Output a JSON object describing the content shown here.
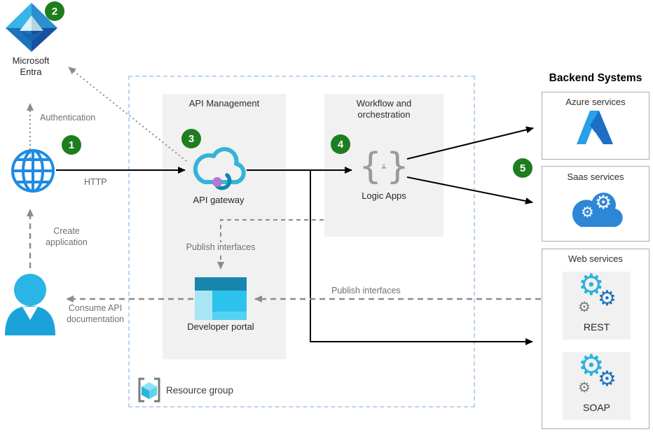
{
  "colors": {
    "step_badge_green": "#1e7e1e",
    "solid_arrow_black": "#000000",
    "dashed_arrow_gray": "#8c8c8c",
    "resource_group_border_blue": "#b9d4ee",
    "panel_gray": "#f1f1f1",
    "portal_cyan": "#2cc3ec",
    "azure_blue": "#2a8de4",
    "saas_cloud_blue": "#2e86d6",
    "gear_cyan": "#2bb0e2",
    "gear_blue": "#1d72c2"
  },
  "glyphs": {
    "gear": "⚙",
    "brace_left": "{",
    "brace_right": "}"
  },
  "steps": {
    "one": "1",
    "two": "2",
    "three": "3",
    "four": "4",
    "five": "5"
  },
  "entra": {
    "label": "Microsoft Entra"
  },
  "client": {
    "http_label": "HTTP",
    "auth_label": "Authentication"
  },
  "user_flows": {
    "create_label": "Create application",
    "consume_label": "Consume API documentation"
  },
  "resource_group": {
    "label": "Resource group"
  },
  "api_management": {
    "title": "API Management",
    "gateway_label": "API gateway",
    "publish_label": "Publish interfaces",
    "portal_label": "Developer portal"
  },
  "workflow": {
    "title": "Workflow and orchestration",
    "logic_apps_label": "Logic Apps"
  },
  "backend": {
    "title": "Backend Systems",
    "azure_title": "Azure services",
    "saas_title": "Saas services",
    "web_title": "Web services",
    "rest_label": "REST",
    "soap_label": "SOAP",
    "publish_label": "Publish interfaces"
  }
}
